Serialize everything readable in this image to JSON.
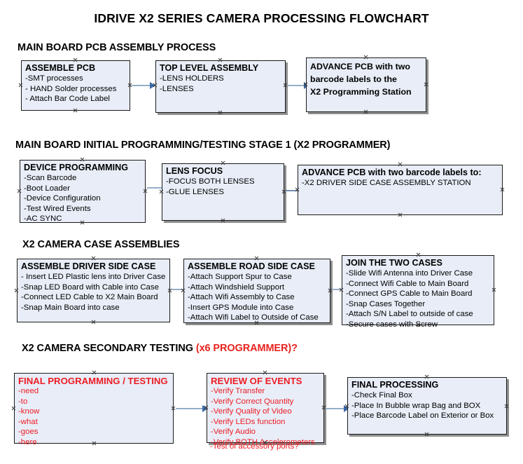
{
  "document": {
    "title": "IDRIVE X2  SERIES CAMERA PROCESSING FLOWCHART"
  },
  "sections": [
    {
      "id": "main-board-pcb-assembly",
      "heading": "MAIN BOARD PCB ASSEMBLY PROCESS",
      "heading_accent": "",
      "boxes": [
        {
          "id": "assemble-pcb",
          "title": "ASSEMBLE PCB",
          "lines": [
            "-SMT processes",
            "- HAND Solder processes",
            "- Attach Bar Code Label"
          ]
        },
        {
          "id": "top-level-assembly",
          "title": "TOP LEVEL ASSEMBLY",
          "lines": [
            "-LENS HOLDERS",
            "-LENSES"
          ]
        },
        {
          "id": "advance-pcb-programming-station",
          "title": "",
          "lines": [
            "ADVANCE PCB with two",
            "barcode labels to the",
            " X2 Programming Station"
          ]
        }
      ]
    },
    {
      "id": "main-board-initial-programming",
      "heading": "MAIN BOARD INITIAL PROGRAMMING/TESTING STAGE 1 (X2 PROGRAMMER)",
      "heading_accent": "",
      "boxes": [
        {
          "id": "device-programming",
          "title": "DEVICE PROGRAMMING",
          "lines": [
            "-Scan Barcode",
            "-Boot Loader",
            "-Device Configuration",
            "-Test Wired Events",
            "-AC SYNC"
          ]
        },
        {
          "id": "lens-focus",
          "title": "LENS FOCUS",
          "lines": [
            "-FOCUS BOTH LENSES",
            "-GLUE LENSES"
          ]
        },
        {
          "id": "advance-pcb-driver-side-case",
          "title": "ADVANCE PCB with two barcode labels to:",
          "lines": [
            "-X2 DRIVER  SIDE  CASE  ASSEMBLY STATION"
          ]
        }
      ]
    },
    {
      "id": "x2-camera-case-assemblies",
      "heading": "X2 CAMERA CASE ASSEMBLIES",
      "heading_accent": "",
      "boxes": [
        {
          "id": "assemble-driver-side-case",
          "title": "ASSEMBLE DRIVER SIDE CASE",
          "lines": [
            "- Insert LED Plastic lens into Driver Case",
            "-Snap LED Board with Cable into Case",
            "-Connect LED Cable to X2 Main Board",
            "-Snap Main Board into case"
          ]
        },
        {
          "id": "assemble-road-side-case",
          "title": "ASSEMBLE ROAD SIDE CASE",
          "lines": [
            "-Attach Support Spur to Case",
            "-Attach Windshield Support",
            "-Attach Wifi Assembly to Case",
            "-Insert GPS Module into Case",
            "-Attach Wifi Label to Outside of Case"
          ]
        },
        {
          "id": "join-the-two-cases",
          "title": "JOIN THE TWO CASES",
          "lines": [
            "-Slide Wifi Antenna into Driver Case",
            "-Connect Wifi Cable to Main Board",
            "-Connect GPS Cable to Main Board",
            "-Snap Cases Together",
            "-Attach S/N Label to outside of case",
            "-Secure cases with Screw"
          ]
        }
      ]
    },
    {
      "id": "x2-camera-secondary-testing",
      "heading": "X2 CAMERA SECONDARY TESTING ",
      "heading_accent": "(x6 PROGRAMMER)?",
      "boxes": [
        {
          "id": "final-programming-testing",
          "title": "FINAL PROGRAMMING / TESTING",
          "lines": [
            "-need",
            "-to",
            "-know",
            "-what",
            "-goes",
            "-here"
          ]
        },
        {
          "id": "review-of-events",
          "title": "REVIEW OF EVENTS",
          "lines": [
            "-Verify Transfer",
            "-Verify Correct Quantity",
            "-Verify Quality of Video",
            "-Verify LEDs function",
            "-Verify Audio",
            "-Verify BOTH Accelerometers"
          ],
          "overflow_line": "-Test of accessory ports?"
        },
        {
          "id": "final-processing",
          "title": "FINAL PROCESSING",
          "lines": [
            " -Check Final Box",
            "-Place In Bubble wrap Bag and BOX",
            "-Place Barcode Label on Exterior or Box"
          ]
        }
      ]
    }
  ],
  "colors": {
    "box_fill": "#e8edf7",
    "box_border": "#1a1a1a",
    "shadow": "#8f8f8f",
    "connector_shaft": "#95aec8",
    "connector_head": "#3b6aa8",
    "accent_red": "#ed1c24",
    "text": "#000000"
  }
}
